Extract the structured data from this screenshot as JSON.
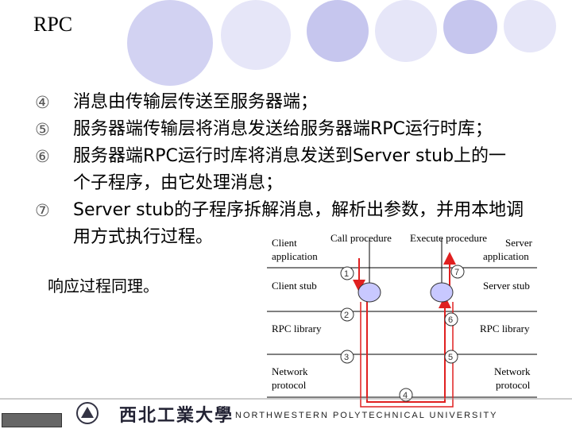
{
  "title": "RPC",
  "steps": [
    {
      "num": "④",
      "lines": [
        "消息由传输层传送至服务器端；"
      ]
    },
    {
      "num": "⑤",
      "lines": [
        "服务器端传输层将消息发送给服务器端RPC运行时库；"
      ]
    },
    {
      "num": "⑥",
      "lines": [
        "服务器端RPC运行时库将消息发送到Server stub上的一",
        "个子程序，由它处理消息；"
      ]
    },
    {
      "num": "⑦",
      "lines": [
        "Server stub的子程序拆解消息，解析出参数，并用本地调",
        "用方式执行过程。"
      ]
    }
  ],
  "reply_note": "响应过程同理。",
  "diagram": {
    "call_procedure": "Call procedure",
    "execute_procedure": "Execute procedure",
    "client_application": [
      "Client",
      "application"
    ],
    "server_application": [
      "Server",
      "application"
    ],
    "client_stub": "Client stub",
    "server_stub": "Server stub",
    "rpc_library_left": "RPC library",
    "rpc_library_right": "RPC library",
    "network_protocol_left": [
      "Network",
      "protocol"
    ],
    "network_protocol_right": [
      "Network",
      "protocol"
    ],
    "step_numbers": [
      "1",
      "2",
      "3",
      "4",
      "5",
      "6",
      "7"
    ],
    "colors": {
      "arrow": "#e02020",
      "node_fill": "#c8c8ff",
      "circle_deco": "#c4c4ee"
    }
  },
  "footer": {
    "university_cn": "西北工業大學",
    "university_en": "NORTHWESTERN POLYTECHNICAL UNIVERSITY"
  }
}
